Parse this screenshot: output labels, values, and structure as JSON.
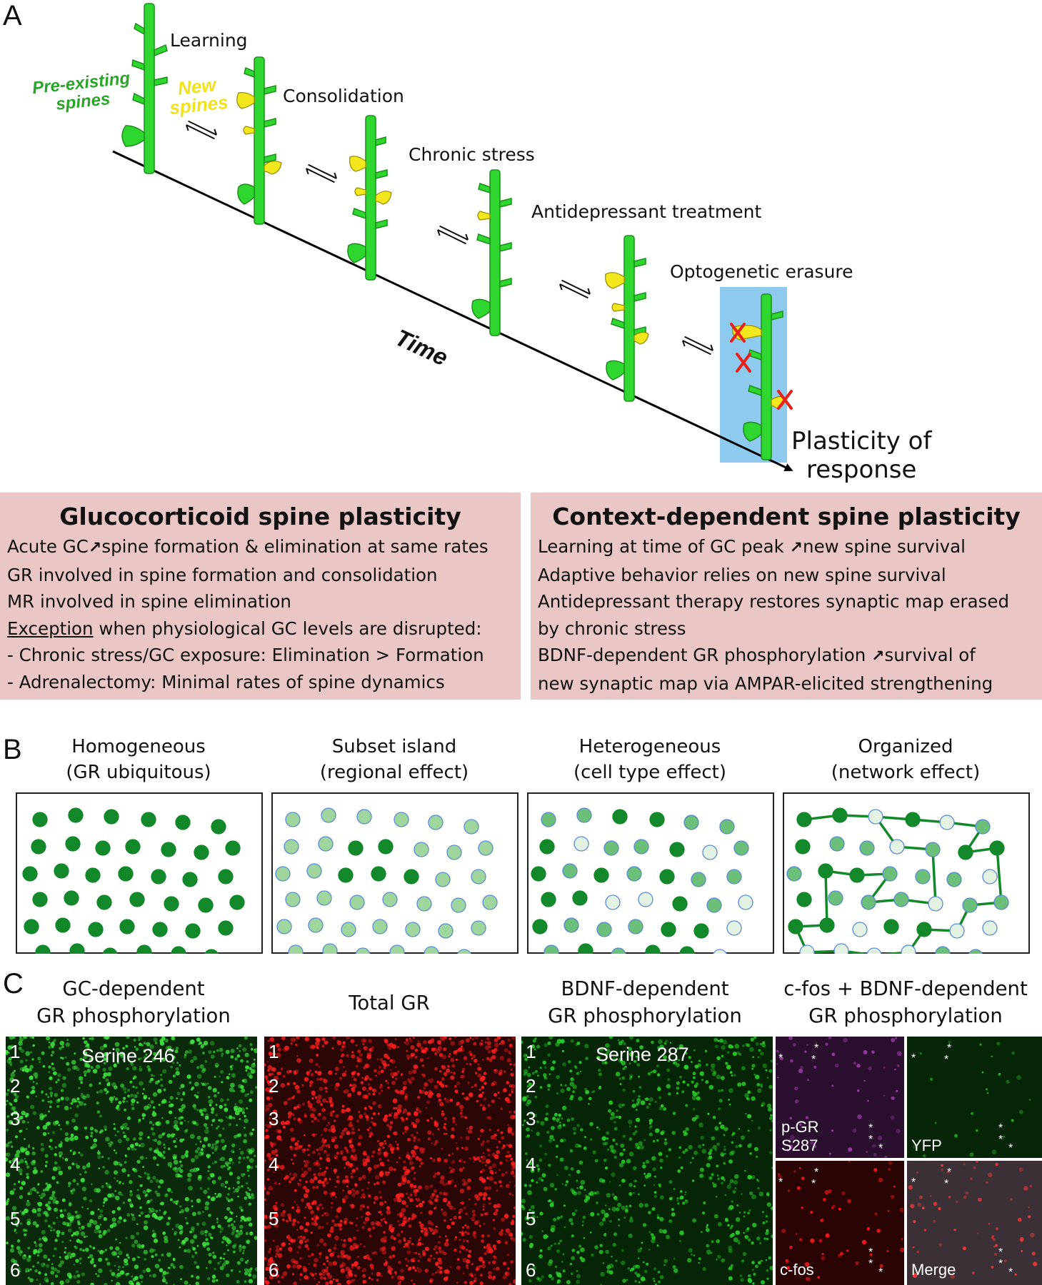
{
  "panel_a": {
    "letter": "A",
    "stages": [
      "Learning",
      "Consolidation",
      "Chronic stress",
      "Antidepressant treatment",
      "Optogenetic erasure"
    ],
    "legend_preexisting": [
      "Pre-existing",
      "spines"
    ],
    "legend_new": [
      "New",
      "spines"
    ],
    "axis_label": "Time",
    "endpoint_label": [
      "Plasticity of",
      "response"
    ]
  },
  "box_left": {
    "title": "Glucocorticoid spine plasticity",
    "line1_a": "Acute GC",
    "line1_b": "spine formation & elimination at same rates",
    "line2": "GR involved in spine formation and consolidation",
    "line3": "MR involved in spine elimination",
    "line4_u": "Exception",
    "line4_b": " when physiological GC levels are disrupted:",
    "line5": "- Chronic stress/GC exposure:  Elimination > Formation",
    "line6": "- Adrenalectomy: Minimal rates of spine dynamics"
  },
  "box_right": {
    "title": "Context-dependent spine plasticity",
    "line1_a": "Learning at time of GC peak ",
    "line1_b": "new spine survival",
    "line2": "Adaptive behavior relies on new spine survival",
    "line3": "Antidepressant therapy restores synaptic map erased",
    "line4": "by chronic stress",
    "line5_a": "BDNF-dependent GR phosphorylation ",
    "line5_b": "survival of",
    "line6": "new synaptic map via AMPAR-elicited strengthening"
  },
  "up_arrow_glyph": "↗",
  "panel_b": {
    "letter": "B",
    "models": [
      {
        "line1": "Homogeneous",
        "line2": "(GR ubiquitous)"
      },
      {
        "line1": "Subset island",
        "line2": "(regional effect)"
      },
      {
        "line1": "Heterogeneous",
        "line2": "(cell type effect)"
      },
      {
        "line1": "Organized",
        "line2": "(network effect)"
      }
    ],
    "colors": {
      "dark": "#12882a",
      "medium": "#6cbf78",
      "light": "#9fd69e",
      "pale": "#e3f2e3",
      "outline": "#5a8ad6"
    }
  },
  "panel_c": {
    "letter": "C",
    "titles": [
      {
        "line1": "GC-dependent",
        "line2": "GR phosphorylation"
      },
      {
        "line1": "Total GR",
        "line2": ""
      },
      {
        "line1": "BDNF-dependent",
        "line2": "GR phosphorylation"
      },
      {
        "line1": "c-fos + BDNF-dependent",
        "line2": "GR phosphorylation"
      }
    ],
    "image1_label": "Serine 246",
    "image3_label": "Serine 287",
    "layers": [
      "1",
      "2",
      "3",
      "4",
      "5",
      "6"
    ],
    "quad_labels": {
      "pgr1": "p-GR",
      "pgr2": "S287",
      "yfp": "YFP",
      "cfos": "c-fos",
      "merge": "Merge"
    },
    "star": "*"
  }
}
